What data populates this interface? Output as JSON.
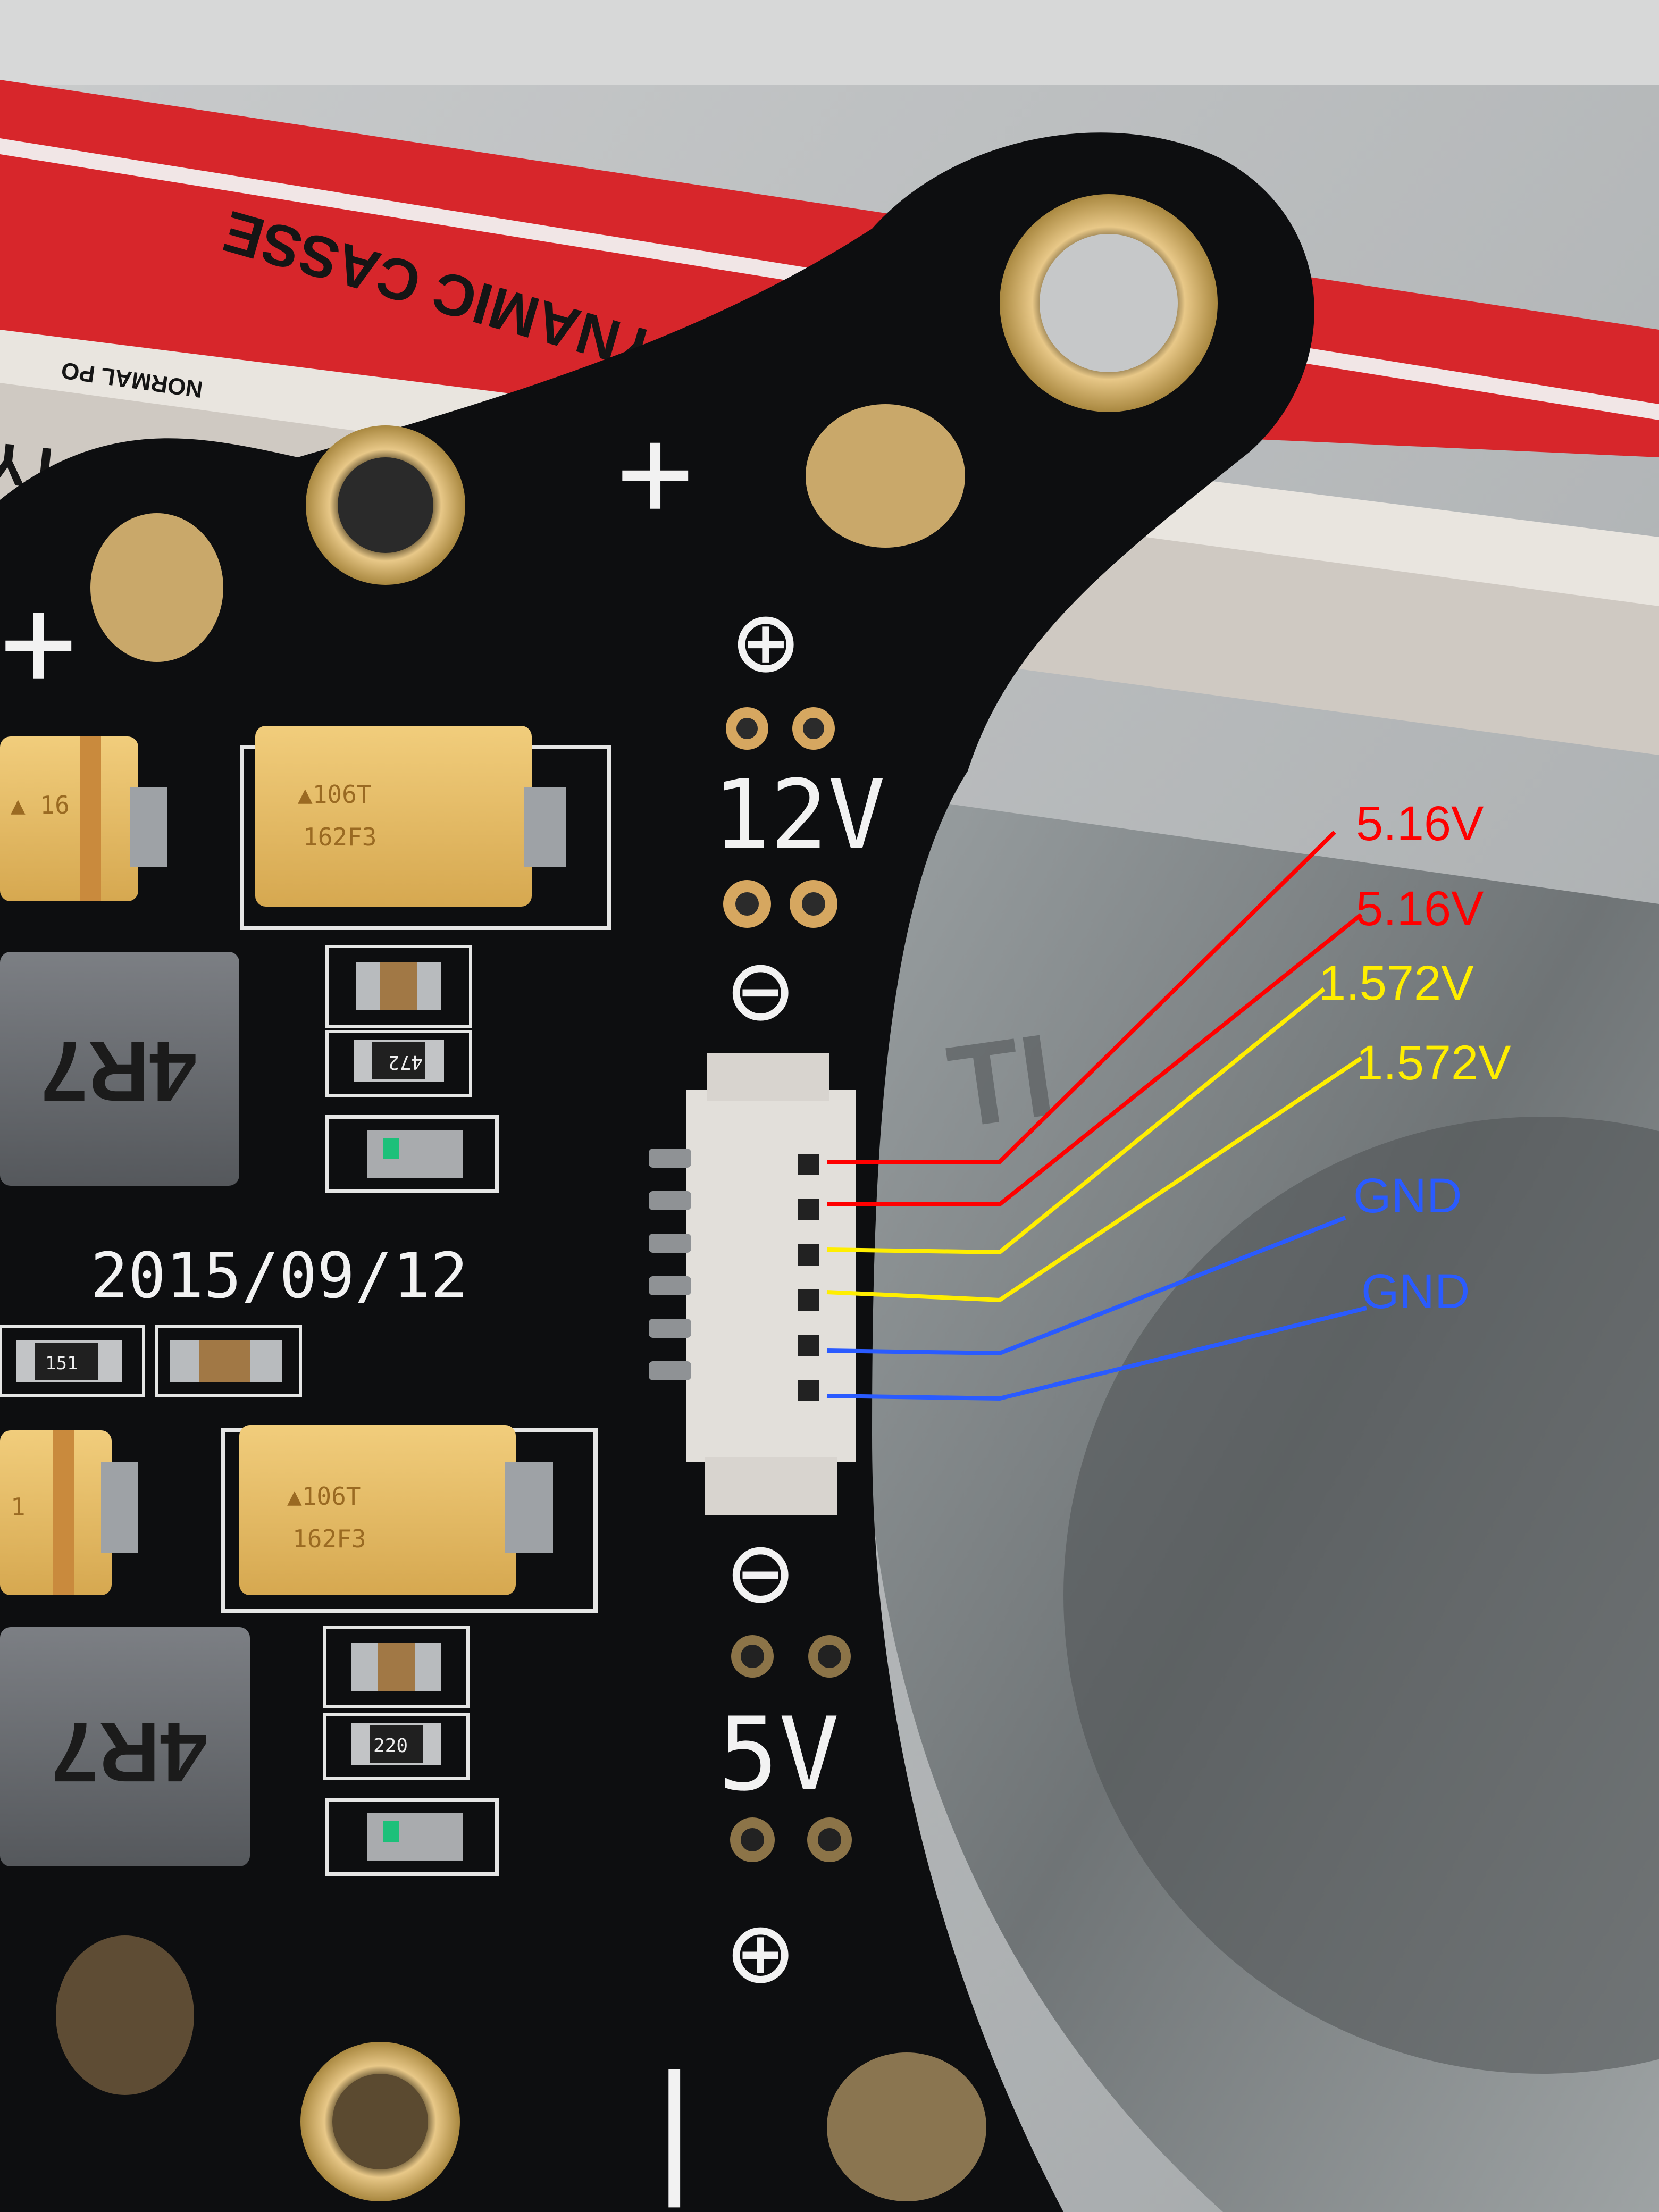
{
  "background_box": {
    "brand_text": "DYNAMIC CASSE",
    "sub_text": "NORMAL PO",
    "sub_text_2": "TY",
    "window_text": "TI"
  },
  "board": {
    "date_code": "2015/09/12",
    "rail_12v": {
      "label": "12V",
      "plus_symbol": "⊕",
      "minus_symbol": "⊖"
    },
    "rail_5v": {
      "label": "5V",
      "plus_symbol": "⊕",
      "minus_symbol": "⊖"
    },
    "pad_plus_labels": [
      "+",
      "+"
    ],
    "pad_minus_label": "|",
    "capacitors": [
      {
        "line1": "▲106T",
        "line2": "162F3"
      },
      {
        "line1": "▲106T",
        "line2": "162F3"
      },
      {
        "line1": "▲ 16",
        "line2": ""
      },
      {
        "line1": "1",
        "line2": ""
      }
    ],
    "inductors": [
      "4R7",
      "4R7"
    ],
    "resistors": [
      "472",
      "220",
      "151"
    ]
  },
  "annotations": {
    "colors": {
      "vbat": "#ff0000",
      "current": "#ffee00",
      "gnd": "#2a5bff"
    },
    "pins": [
      {
        "label": "5.16V",
        "color": "#ff0000"
      },
      {
        "label": "5.16V",
        "color": "#ff0000"
      },
      {
        "label": "1.572V",
        "color": "#ffee00"
      },
      {
        "label": "1.572V",
        "color": "#ffee00"
      },
      {
        "label": "GND",
        "color": "#2a5bff"
      },
      {
        "label": "GND",
        "color": "#2a5bff"
      }
    ]
  }
}
